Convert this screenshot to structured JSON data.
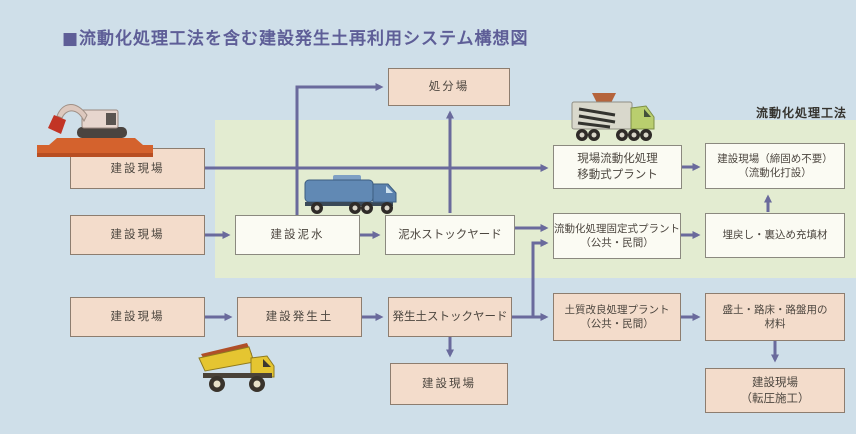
{
  "title": "■流動化処理工法を含む建設発生土再利用システム構想図",
  "region_label": "流動化処理工法",
  "nodes": {
    "disposal": "処分場",
    "site1": "建設現場",
    "site2": "建設現場",
    "site3": "建設現場",
    "mud_water": "建設泥水",
    "mud_yard": "泥水ストックヤード",
    "mobile_plant": "現場流動化処理\n移動式プラント",
    "site_no_compaction": "建設現場（締固め不要）\n（流動化打設）",
    "fixed_plant": "流動化処理固定式プラント\n（公共・民間）",
    "backfill": "埋戻し・裏込め充填材",
    "surplus_soil": "建設発生土",
    "soil_yard": "発生土ストックヤード",
    "soil_plant": "土質改良処理プラント\n（公共・民間）",
    "material": "盛土・路床・路盤用の\n材料",
    "site_bottom": "建設現場",
    "site_compaction": "建設現場\n（転圧施工）"
  },
  "edges": [
    {
      "from": "site1",
      "to": "mobile_plant"
    },
    {
      "from": "mud_water",
      "to": "disposal"
    },
    {
      "from": "mud_yard",
      "to": "disposal"
    },
    {
      "from": "site2",
      "to": "mud_water"
    },
    {
      "from": "mud_water",
      "to": "mud_yard"
    },
    {
      "from": "mud_yard",
      "to": "fixed_plant"
    },
    {
      "from": "soil_yard",
      "to": "fixed_plant"
    },
    {
      "from": "mobile_plant",
      "to": "site_no_compaction"
    },
    {
      "from": "fixed_plant",
      "to": "backfill"
    },
    {
      "from": "backfill",
      "to": "site_no_compaction"
    },
    {
      "from": "site3",
      "to": "surplus_soil"
    },
    {
      "from": "surplus_soil",
      "to": "soil_yard"
    },
    {
      "from": "soil_yard",
      "to": "soil_plant"
    },
    {
      "from": "soil_plant",
      "to": "material"
    },
    {
      "from": "material",
      "to": "site_compaction"
    },
    {
      "from": "soil_yard",
      "to": "site_bottom"
    }
  ],
  "icons": {
    "excavator": "excavator-icon",
    "tank_truck": "tank-truck-icon",
    "mixer_truck": "mixer-truck-icon",
    "dump_truck": "dump-truck-icon"
  },
  "colors": {
    "background": "#cfdfe9",
    "green_zone": "#e3ecd1",
    "pink_box": "#f3dccb",
    "white_box": "#fbfbf3",
    "arrow": "#6a6a9c",
    "title_text": "#5e5e97",
    "box_text": "#4c463f"
  }
}
